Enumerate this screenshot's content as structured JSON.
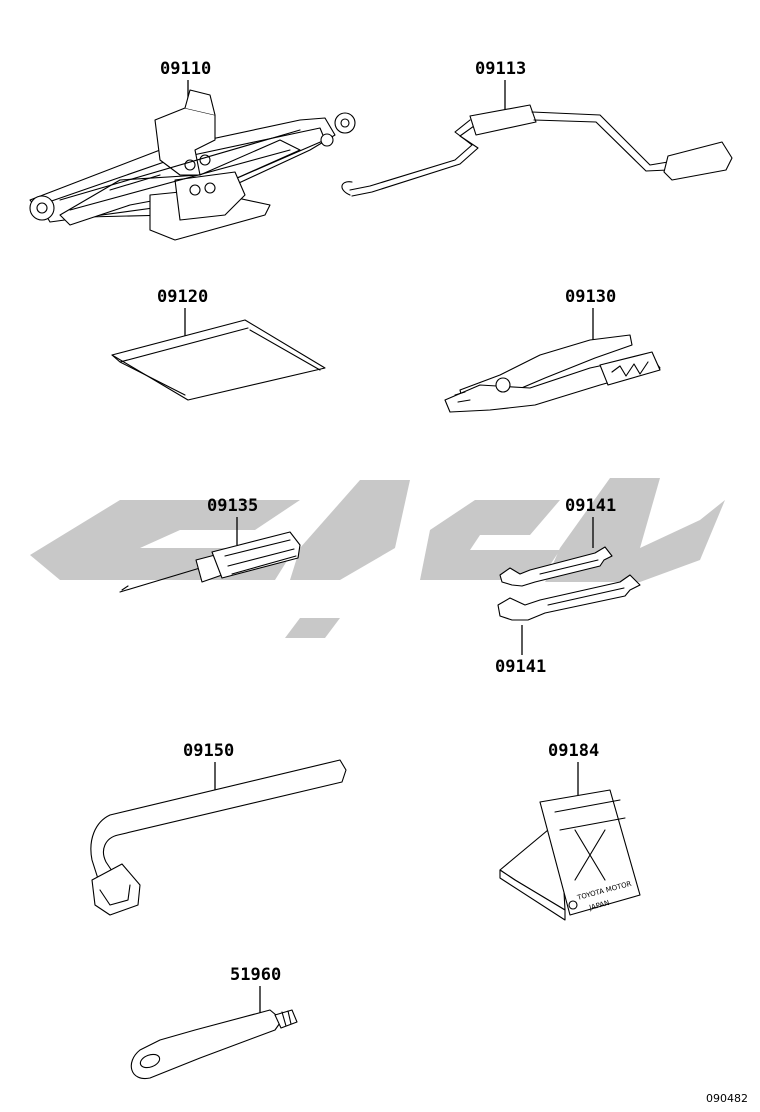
{
  "parts": [
    {
      "id": "jack",
      "number": "09110"
    },
    {
      "id": "jack-handle",
      "number": "09113"
    },
    {
      "id": "tool-bag",
      "number": "09120"
    },
    {
      "id": "pliers",
      "number": "09130"
    },
    {
      "id": "screwdriver",
      "number": "09135"
    },
    {
      "id": "wrench-upper",
      "number": "09141"
    },
    {
      "id": "wrench-lower",
      "number": "09141"
    },
    {
      "id": "lug-wrench",
      "number": "09150"
    },
    {
      "id": "wheel-chock",
      "number": "09184"
    },
    {
      "id": "towing-eye",
      "number": "51960"
    }
  ],
  "chock_plate": {
    "line1": "TOYOTA MOTOR",
    "line2": "JAPAN"
  },
  "drawing_code": "090482",
  "colors": {
    "line": "#000000",
    "watermark": "#c8c8c8",
    "background": "#ffffff"
  }
}
